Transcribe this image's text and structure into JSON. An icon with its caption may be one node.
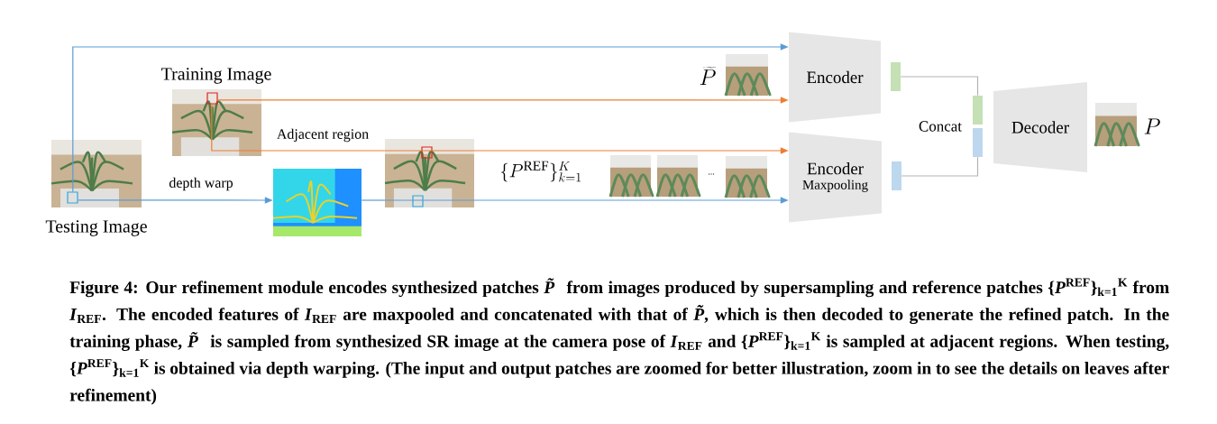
{
  "diagram": {
    "caption": "Figure 4: Our refinement module encodes synthesized patches *P̃* from images produced by supersampling and reference patches {*P*$^{REF}$}$_{k=1}$$^{K}$ from *I*$_{REF}$. The encoded features of *I*$_{REF}$ are maxpooled and concatenated with that of *P̃*, which is then decoded to generate the refined patch. In the training phase, *P̃* is sampled from synthesized SR image at the camera pose of *I*$_{REF}$ and {*P*$^{REF}$}$_{k=1}$$^{K}$ is sampled at adjacent regions. When testing, {*P*$^{REF}$}$_{k=1}$$^{K}$ is obtained via depth warping. (The input and output patches are zoomed for better illustration, zoom in to see the details on leaves after refinement)",
    "nodes": [
      {
        "text": [
          "Testing Image"
        ]
      },
      {
        "text": [
          "Training Image"
        ]
      },
      {
        "text": [],
        "shape": "picture"
      },
      {
        "text": [],
        "shape": "picture"
      },
      {
        "text": [
          "Encoder"
        ]
      },
      {
        "text": [
          "Encoder",
          "Maxpooling"
        ]
      },
      {
        "text": [],
        "shape": "bar"
      },
      {
        "text": [],
        "shape": "bar"
      },
      {
        "text": [],
        "shape": "bar"
      },
      {
        "text": [],
        "shape": "bar"
      },
      {
        "text": [
          "Decoder"
        ]
      }
    ],
    "edges": [
      {
        "from": 0,
        "to": 4,
        "arrow": "to"
      },
      {
        "from": 0,
        "to": 2,
        "arrow": "to",
        "label": "depth warp"
      },
      {
        "from": 2,
        "to": 3,
        "arrow": "none"
      },
      {
        "from": 3,
        "to": 5,
        "arrow": "to"
      },
      {
        "from": 1,
        "to": 4,
        "arrow": "to",
        "color": "#ed7d31"
      },
      {
        "from": 1,
        "to": 3,
        "arrow": "none",
        "label": "Adjacent region",
        "color": "#ed7d31"
      },
      {
        "from": 3,
        "to": 5,
        "arrow": "to",
        "color": "#ed7d31"
      },
      {
        "from": 6,
        "to": 8,
        "arrow": "none",
        "color": "#b3b3b3"
      },
      {
        "from": 7,
        "to": 9,
        "arrow": "none",
        "color": "#b3b3b3"
      }
    ],
    "labels": [
      "\\widetilde{P}",
      "\\{P^{\\mathrm{REF}}\\}_{k=1}^{K}",
      "...",
      "Concat",
      "P"
    ]
  }
}
